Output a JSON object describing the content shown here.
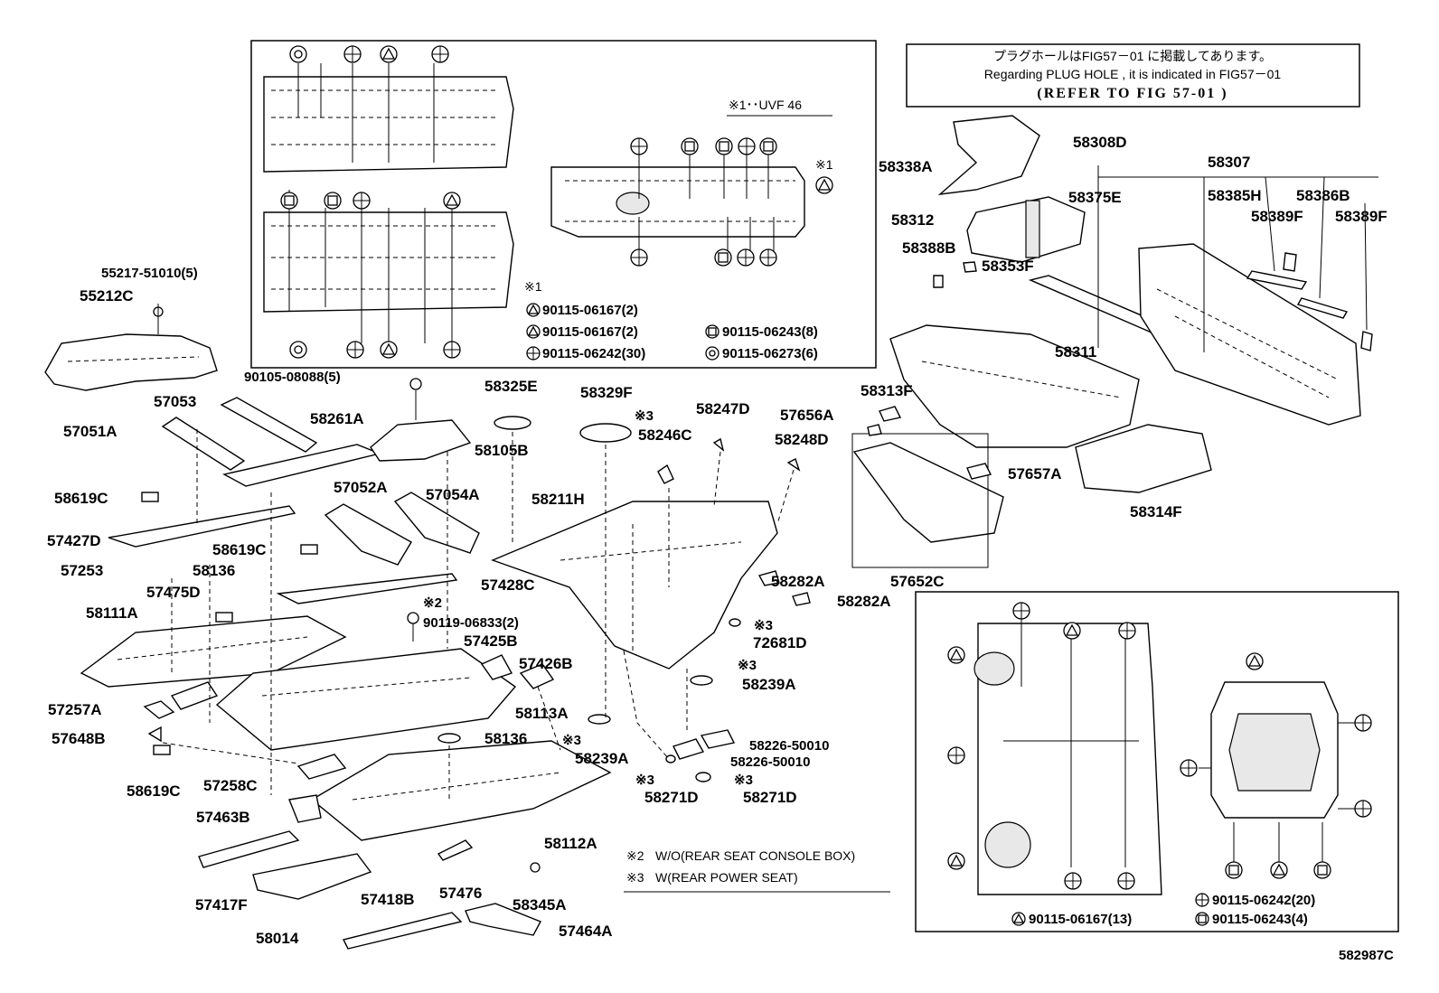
{
  "note_box": {
    "line1": "プラグホールはFIG57－01 に掲載してあります。",
    "line2": "Regarding  PLUG  HOLE  ,  it  is  indicated  in  FIG57－01",
    "line3": "(REFER  TO  FIG    57-01      )"
  },
  "inset_top": {
    "title": "※1･･UVF 46",
    "mark": "※1",
    "legend_mark": "※1",
    "legend": [
      {
        "icon": "triangle-circle-icon",
        "text": "90115-06167(2)"
      },
      {
        "icon": "triangle-circle-icon",
        "text": "90115-06167(2)"
      },
      {
        "icon": "square-circle-icon",
        "text": "90115-06243(8)"
      },
      {
        "icon": "cross-circle-icon",
        "text": "90115-06242(30)"
      },
      {
        "icon": "double-circle-icon",
        "text": "90115-06273(6)"
      }
    ]
  },
  "inset_bottom": {
    "legend": [
      {
        "icon": "cross-circle-icon",
        "text": "90115-06242(20)"
      },
      {
        "icon": "square-circle-icon",
        "text": "90115-06243(4)"
      },
      {
        "icon": "triangle-circle-icon",
        "text": "90115-06167(13)"
      }
    ]
  },
  "footnotes": {
    "note2_mark": "※2",
    "note2_text": "W/O(REAR SEAT CONSOLE BOX)",
    "note3_mark": "※3",
    "note3_text": "W(REAR POWER SEAT)"
  },
  "marks": {
    "m2": "※2",
    "m3": "※3"
  },
  "labels": {
    "p55217": "55217-51010(5)",
    "p55212C": "55212C",
    "p90105": "90105-08088(5)",
    "p57053": "57053",
    "p57051A": "57051A",
    "p58261A": "58261A",
    "p58105B": "58105B",
    "p58325E": "58325E",
    "p58329F": "58329F",
    "p58246C": "58246C",
    "p58247D": "58247D",
    "p57656A": "57656A",
    "p58248D": "58248D",
    "p58619C_1": "58619C",
    "p57427D": "57427D",
    "p57052A": "57052A",
    "p57054A": "57054A",
    "p58211H": "58211H",
    "p58619C_2": "58619C",
    "p57253": "57253",
    "p58136_1": "58136",
    "p57428C": "57428C",
    "p57475D": "57475D",
    "p58111A": "58111A",
    "p90119": "90119-06833(2)",
    "p57425B": "57425B",
    "p57426B": "57426B",
    "p58282A_1": "58282A",
    "p58282A_2": "58282A",
    "p72681D": "72681D",
    "p58239A_1": "58239A",
    "p57257A": "57257A",
    "p58113A": "58113A",
    "p57648B": "57648B",
    "p58136_2": "58136",
    "p58239A_2": "58239A",
    "p58619C_3": "58619C",
    "p57258C": "57258C",
    "p58226_1": "58226-50010",
    "p58226_2": "58226-50010",
    "p58271D_1": "58271D",
    "p58271D_2": "58271D",
    "p57463B": "57463B",
    "p58112A": "58112A",
    "p57417F": "57417F",
    "p57418B": "57418B",
    "p57476": "57476",
    "p58345A": "58345A",
    "p58014": "58014",
    "p57464A": "57464A",
    "p58308D": "58308D",
    "p58338A": "58338A",
    "p58307": "58307",
    "p58375E": "58375E",
    "p58385H": "58385H",
    "p58386B": "58386B",
    "p58312": "58312",
    "p58389F_1": "58389F",
    "p58389F_2": "58389F",
    "p58388B": "58388B",
    "p58353F": "58353F",
    "p58311": "58311",
    "p58313F": "58313F",
    "p57657A": "57657A",
    "p58314F": "58314F",
    "p57652C": "57652C",
    "figure_code": "582987C"
  }
}
